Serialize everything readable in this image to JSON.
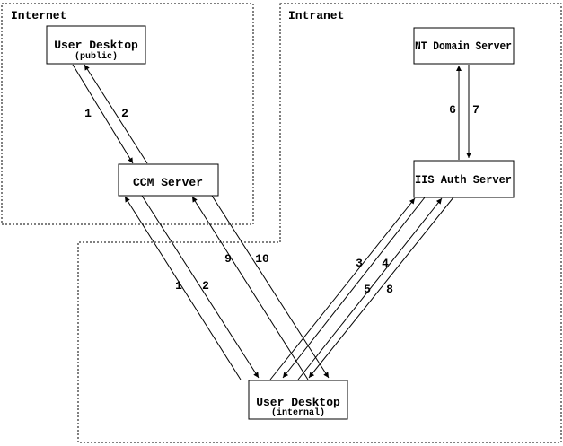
{
  "regions": {
    "internet": {
      "label": "Internet"
    },
    "intranet": {
      "label": "Intranet"
    }
  },
  "nodes": {
    "user_desktop_public": {
      "title": "User Desktop",
      "subtitle": "(public)"
    },
    "ccm_server": {
      "title": "CCM Server"
    },
    "nt_domain_server": {
      "title": "NT Domain Server"
    },
    "iis_auth_server": {
      "title": "IIS Auth Server"
    },
    "user_desktop_internal": {
      "title": "User Desktop",
      "subtitle": "(internal)"
    }
  },
  "edges": {
    "public_desktop_to_ccm": {
      "label": "1"
    },
    "ccm_to_public_desktop": {
      "label": "2"
    },
    "internal_desktop_to_ccm_1": {
      "label": "1"
    },
    "ccm_to_internal_desktop_2": {
      "label": "2"
    },
    "internal_desktop_to_ccm_9": {
      "label": "9"
    },
    "ccm_to_internal_desktop_10": {
      "label": "10"
    },
    "internal_desktop_to_iis_3": {
      "label": "3"
    },
    "iis_to_internal_desktop_4": {
      "label": "4"
    },
    "internal_desktop_to_iis_5": {
      "label": "5"
    },
    "iis_to_internal_desktop_8": {
      "label": "8"
    },
    "iis_to_nt_domain_6": {
      "label": "6"
    },
    "nt_domain_to_iis_7": {
      "label": "7"
    }
  },
  "colors": {
    "background": "#ffffff",
    "stroke": "#000000",
    "text": "#000000"
  }
}
